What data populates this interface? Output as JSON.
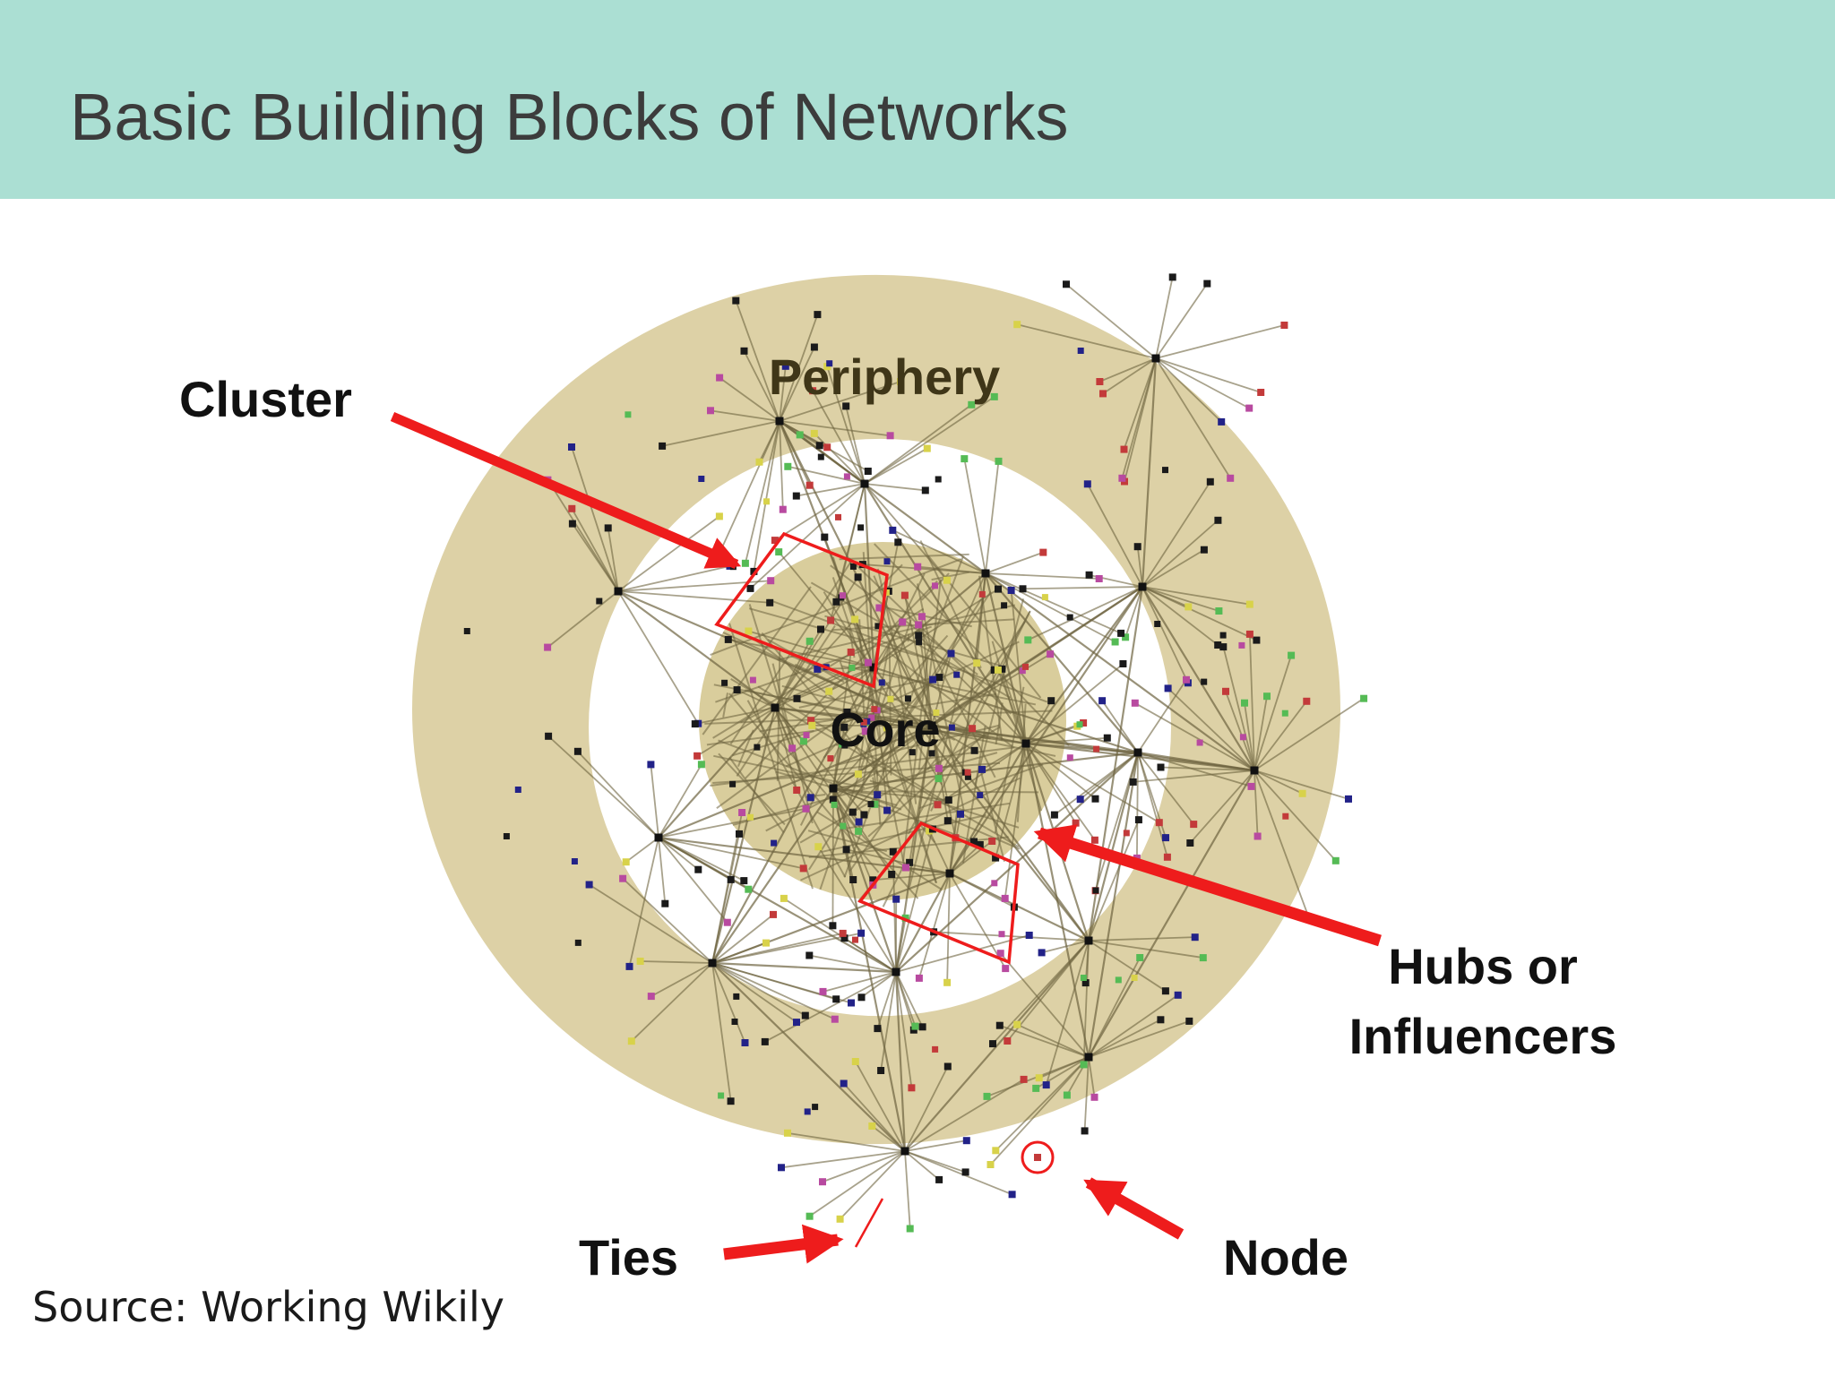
{
  "slide": {
    "title": "Basic Building Blocks of Networks",
    "source": "Source: Working Wikily"
  },
  "diagram": {
    "labels": {
      "periphery": "Periphery",
      "core": "Core",
      "cluster": "Cluster",
      "hubs_line1": "Hubs or",
      "hubs_line2": "Influencers",
      "ties": "Ties",
      "node": "Node"
    },
    "colors": {
      "band": "#ddd1a6",
      "core": "#d9cd9c",
      "edge": "#6e6440",
      "annotation": "#ee1c1c",
      "title_bar": "#abdfd3"
    },
    "node_colors": [
      "#1a1a1a",
      "#1a1a1a",
      "#1a1a1a",
      "#c33a3a",
      "#d8d24a",
      "#222288",
      "#55bb55",
      "#b84aa0"
    ]
  }
}
